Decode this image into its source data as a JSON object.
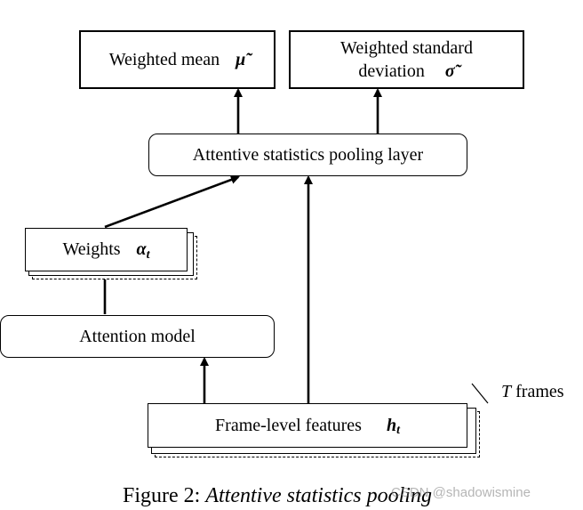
{
  "nodes": {
    "weighted_mean": {
      "label": "Weighted mean",
      "symbol": "μ̃"
    },
    "weighted_std": {
      "label_line1": "Weighted standard",
      "label_line2": "deviation",
      "symbol": "σ̃"
    },
    "pooling_layer": {
      "label": "Attentive statistics pooling layer"
    },
    "weights": {
      "label": "Weights",
      "symbol": "α",
      "symbol_sub": "t"
    },
    "attention_model": {
      "label": "Attention model"
    },
    "frame_features": {
      "label": "Frame-level features",
      "symbol": "h",
      "symbol_sub": "t"
    }
  },
  "annotations": {
    "frames_symbol": "T",
    "frames_text": "frames"
  },
  "caption": {
    "figure_label": "Figure 2:",
    "title": "Attentive statistics pooling"
  },
  "watermark": "CSDN @shadowismine"
}
